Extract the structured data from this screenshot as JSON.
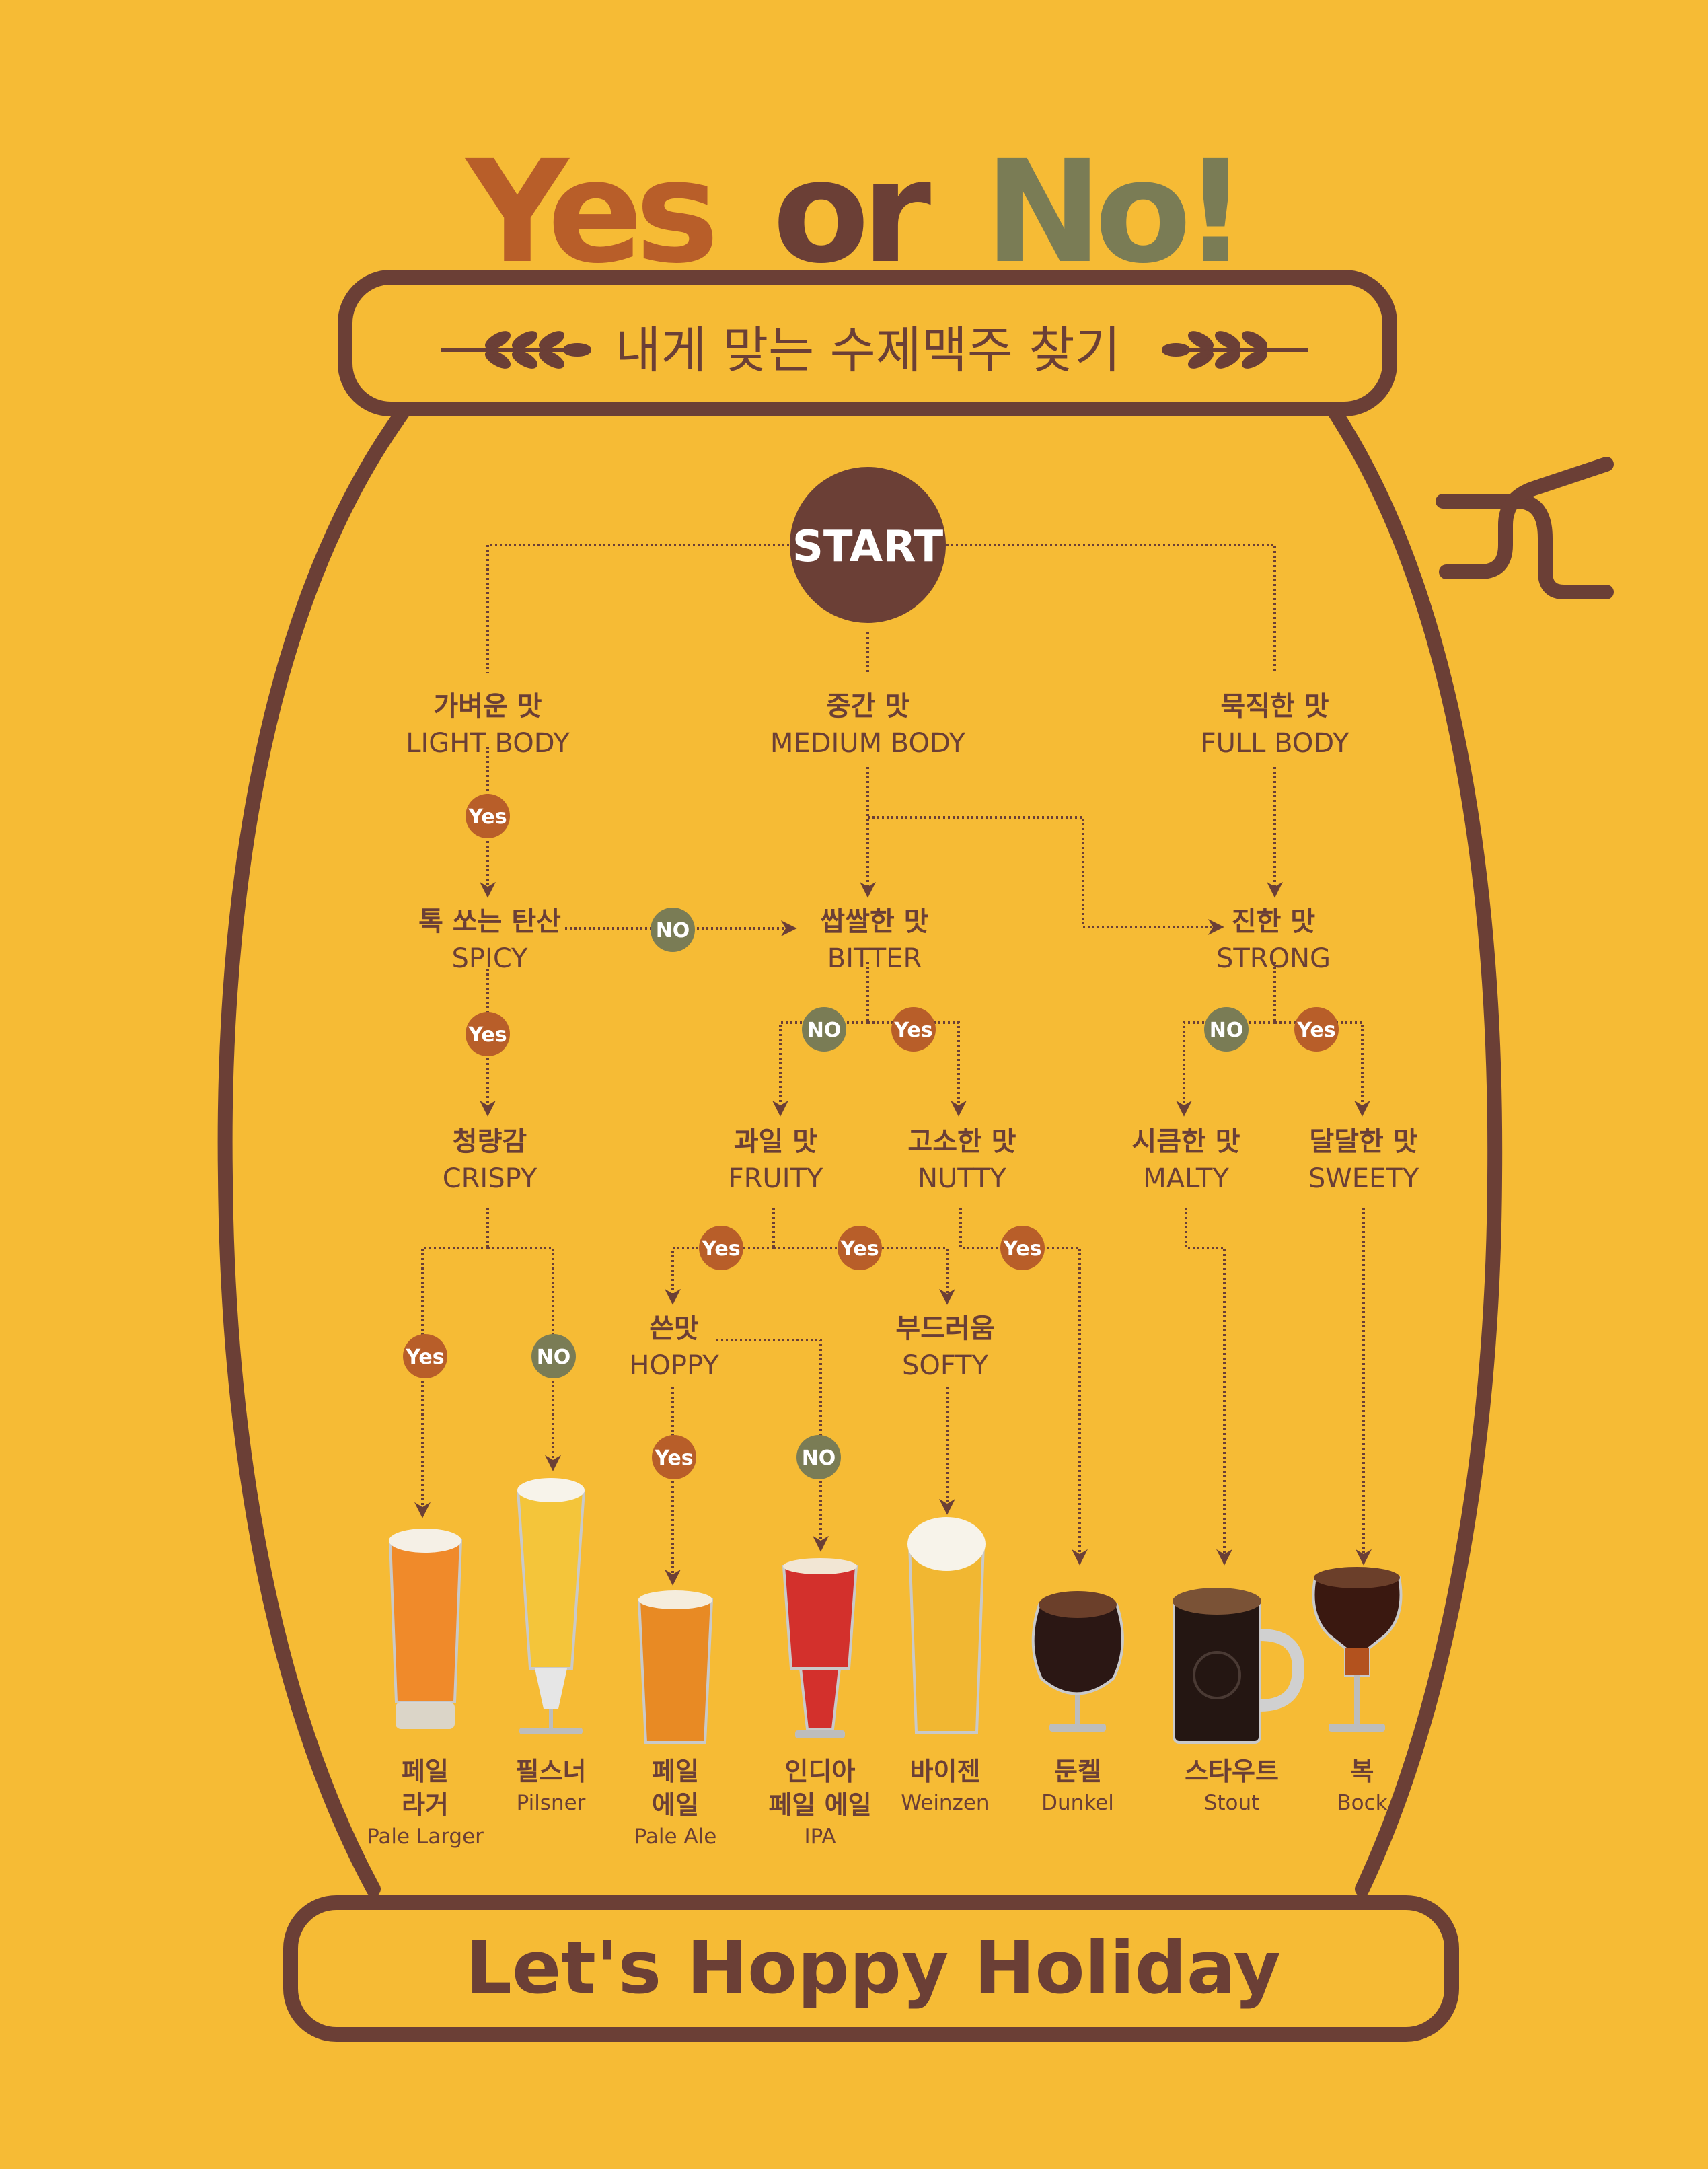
{
  "title": {
    "words": [
      {
        "text": "Yes",
        "color": "#B85E29"
      },
      {
        "text": "or",
        "color": "#6B3F36"
      },
      {
        "text": "No!",
        "color": "#7A7C55"
      }
    ]
  },
  "subtitle": "내게 맞는 수제맥주 찾기",
  "start": "START",
  "footer": "Let's Hoppy Holiday",
  "colors": {
    "background": "#F6BB35",
    "brown": "#6B3F36",
    "yes_badge": "#B85E29",
    "no_badge": "#7A7C55"
  },
  "nodes": {
    "light": {
      "kr": "가벼운 맛",
      "en": "LIGHT BODY"
    },
    "medium": {
      "kr": "중간 맛",
      "en": "MEDIUM BODY"
    },
    "full": {
      "kr": "묵직한 맛",
      "en": "FULL BODY"
    },
    "spicy": {
      "kr": "톡 쏘는 탄산",
      "en": "SPICY"
    },
    "bitter": {
      "kr": "쌉쌀한 맛",
      "en": "BITTER"
    },
    "strong": {
      "kr": "진한 맛",
      "en": "STRONG"
    },
    "crispy": {
      "kr": "청량감",
      "en": "CRISPY"
    },
    "fruity": {
      "kr": "과일 맛",
      "en": "FRUITY"
    },
    "nutty": {
      "kr": "고소한 맛",
      "en": "NUTTY"
    },
    "malty": {
      "kr": "시큼한 맛",
      "en": "MALTY"
    },
    "sweety": {
      "kr": "달달한 맛",
      "en": "SWEETY"
    },
    "hoppy": {
      "kr": "쓴맛",
      "en": "HOPPY"
    },
    "softy": {
      "kr": "부드러움",
      "en": "SOFTY"
    }
  },
  "badges": {
    "yes": "Yes",
    "no": "NO"
  },
  "beers": [
    {
      "kr": [
        "페일",
        "라거"
      ],
      "en": "Pale Larger",
      "color": "#F08A2A",
      "glass": "weizen"
    },
    {
      "kr": [
        "필스너"
      ],
      "en": "Pilsner",
      "color": "#F4C53A",
      "glass": "pilsner"
    },
    {
      "kr": [
        "페일",
        "에일"
      ],
      "en": "Pale Ale",
      "color": "#E88A24",
      "glass": "pint"
    },
    {
      "kr": [
        "인디아",
        "페일 에일"
      ],
      "en": "IPA",
      "color": "#D3302C",
      "glass": "ipa"
    },
    {
      "kr": [
        "바이젠"
      ],
      "en": "Weinzen",
      "color": "#F1B732",
      "glass": "weizen"
    },
    {
      "kr": [
        "둔켈"
      ],
      "en": "Dunkel",
      "color": "#2B1714",
      "glass": "snifter"
    },
    {
      "kr": [
        "스타우트"
      ],
      "en": "Stout",
      "color": "#241612",
      "glass": "mug"
    },
    {
      "kr": [
        "복"
      ],
      "en": "Bock",
      "color": "#3A1810",
      "glass": "tulip"
    }
  ]
}
